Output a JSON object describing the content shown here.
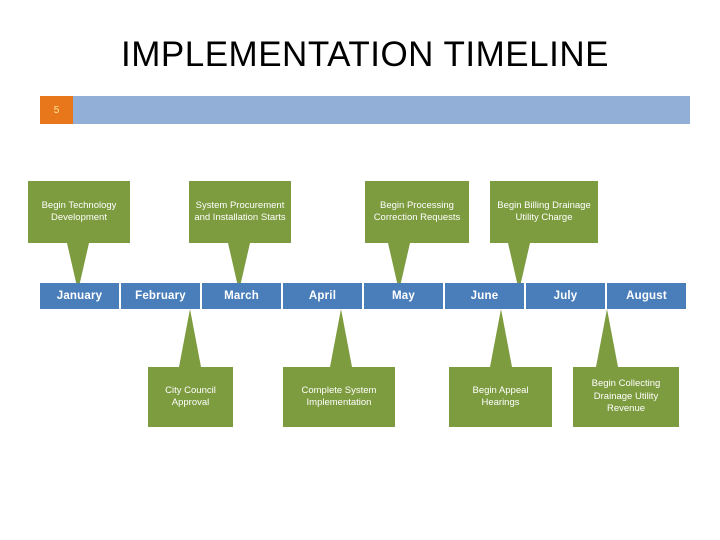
{
  "slide": {
    "title": "IMPLEMENTATION TIMELINE",
    "number": "5",
    "accent_orange": "#e8761b",
    "band_blue": "#92b0d7",
    "month_blue": "#4a7ebb",
    "callout_green": "#7d9b3f",
    "badge_text_color": "#ffe699"
  },
  "timeline": {
    "months": [
      {
        "label": "January"
      },
      {
        "label": "February"
      },
      {
        "label": "March"
      },
      {
        "label": "April"
      },
      {
        "label": "May"
      },
      {
        "label": "June"
      },
      {
        "label": "July"
      },
      {
        "label": "August"
      }
    ],
    "milestones_above": [
      {
        "label": "Begin Technology Development",
        "points_to": "January"
      },
      {
        "label": "System Procurement and Installation Starts",
        "points_to": "March"
      },
      {
        "label": "Begin Processing Correction Requests",
        "points_to": "May"
      },
      {
        "label": "Begin Billing Drainage Utility Charge",
        "points_to": "July"
      }
    ],
    "milestones_below": [
      {
        "label": "City Council Approval",
        "points_to": "February"
      },
      {
        "label": "Complete System Implementation",
        "points_to": "April"
      },
      {
        "label": "Begin Appeal Hearings",
        "points_to": "June"
      },
      {
        "label": "Begin Collecting Drainage Utility Revenue",
        "points_to": "August"
      }
    ]
  }
}
